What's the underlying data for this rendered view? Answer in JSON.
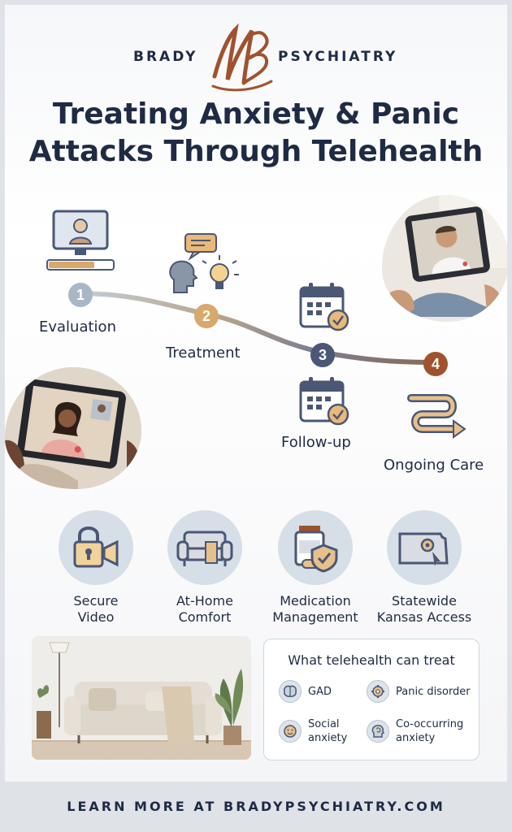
{
  "brand": {
    "left": "BRADY",
    "right": "PSYCHIATRY",
    "logo_monogram": "MB"
  },
  "title": {
    "line1": "Treating Anxiety & Panic",
    "line2": "Attacks Through Telehealth"
  },
  "steps": [
    {
      "number": "1",
      "label": "Evaluation",
      "color": "#a9b6c5"
    },
    {
      "number": "2",
      "label": "Treatment",
      "color": "#d7a96a"
    },
    {
      "number": "3",
      "label": "Follow-up",
      "color": "#4a5775"
    },
    {
      "number": "4",
      "label": "Ongoing Care",
      "color": "#a0522d"
    }
  ],
  "features": [
    {
      "line1": "Secure",
      "line2": "Video",
      "icon": "padlock-video-icon"
    },
    {
      "line1": "At-Home",
      "line2": "Comfort",
      "icon": "sofa-icon"
    },
    {
      "line1": "Medication",
      "line2": "Management",
      "icon": "medicine-bottle-shield-icon"
    },
    {
      "line1": "Statewide",
      "line2": "Kansas Access",
      "icon": "kansas-map-pin-icon"
    }
  ],
  "treat": {
    "title": "What telehealth can treat",
    "items": [
      {
        "line1": "GAD",
        "line2": "",
        "icon": "brain-icon"
      },
      {
        "line1": "Panic disorder",
        "line2": "",
        "icon": "gear-head-icon"
      },
      {
        "line1": "Social",
        "line2": "anxiety",
        "icon": "head-face-icon"
      },
      {
        "line1": "Co-occurring",
        "line2": "anxiety",
        "icon": "head-brain-icon"
      }
    ]
  },
  "footer": {
    "text": "LEARN MORE AT BRADYPSYCHIATRY.COM"
  },
  "colors": {
    "navy": "#1f2a44",
    "gold": "#d7a96a",
    "rust": "#a0522d",
    "slate": "#4a5775",
    "pale": "#d6dee7"
  }
}
